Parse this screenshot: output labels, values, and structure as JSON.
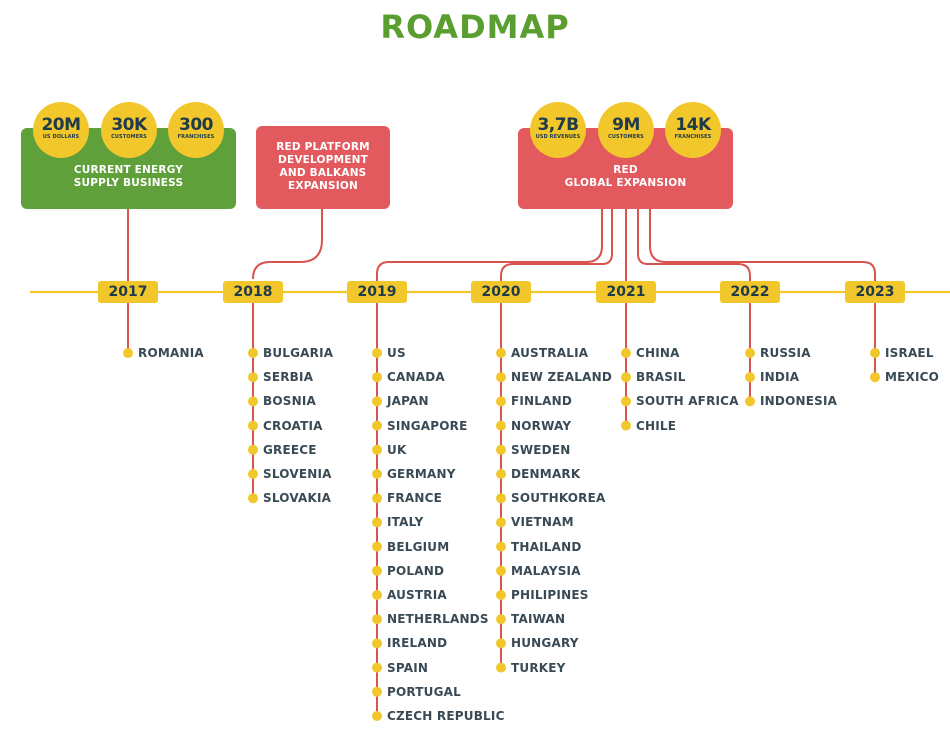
{
  "title": "ROADMAP",
  "colors": {
    "green": "#5fa03a",
    "red": "#e25a5e",
    "yellow": "#f2c72c",
    "line_red": "#d9534f",
    "text_dark": "#3a4a55"
  },
  "boxes": {
    "current": {
      "label_lines": [
        "CURRENT ENERGY",
        "SUPPLY BUSINESS"
      ],
      "stats": [
        {
          "value": "20M",
          "unit": "US DOLLARS"
        },
        {
          "value": "30K",
          "unit": "CUSTOMERS"
        },
        {
          "value": "300",
          "unit": "FRANCHISES"
        }
      ]
    },
    "platform": {
      "label_lines": [
        "RED PLATFORM",
        "DEVELOPMENT",
        "AND BALKANS",
        "EXPANSION"
      ]
    },
    "global": {
      "label_lines": [
        "RED",
        "GLOBAL EXPANSION"
      ],
      "stats": [
        {
          "value": "3,7B",
          "unit": "USD REVENUES"
        },
        {
          "value": "9M",
          "unit": "CUSTOMERS"
        },
        {
          "value": "14K",
          "unit": "FRANCHISES"
        }
      ]
    }
  },
  "years": [
    {
      "year": "2017",
      "countries": [
        "ROMANIA"
      ]
    },
    {
      "year": "2018",
      "countries": [
        "BULGARIA",
        "SERBIA",
        "BOSNIA",
        "CROATIA",
        "GREECE",
        "SLOVENIA",
        "SLOVAKIA"
      ]
    },
    {
      "year": "2019",
      "countries": [
        "US",
        "CANADA",
        "JAPAN",
        "SINGAPORE",
        "UK",
        "GERMANY",
        "FRANCE",
        "ITALY",
        "BELGIUM",
        "POLAND",
        "AUSTRIA",
        "NETHERLANDS",
        "IRELAND",
        "SPAIN",
        "PORTUGAL",
        "CZECH REPUBLIC"
      ]
    },
    {
      "year": "2020",
      "countries": [
        "AUSTRALIA",
        "NEW ZEALAND",
        "FINLAND",
        "NORWAY",
        "SWEDEN",
        "DENMARK",
        "SOUTHKOREA",
        "VIETNAM",
        "THAILAND",
        "MALAYSIA",
        "PHILIPINES",
        "TAIWAN",
        "HUNGARY",
        "TURKEY"
      ]
    },
    {
      "year": "2021",
      "countries": [
        "CHINA",
        "BRASIL",
        "SOUTH AFRICA",
        "CHILE"
      ]
    },
    {
      "year": "2022",
      "countries": [
        "RUSSIA",
        "INDIA",
        "INDONESIA"
      ]
    },
    {
      "year": "2023",
      "countries": [
        "ISRAEL",
        "MEXICO"
      ]
    }
  ]
}
